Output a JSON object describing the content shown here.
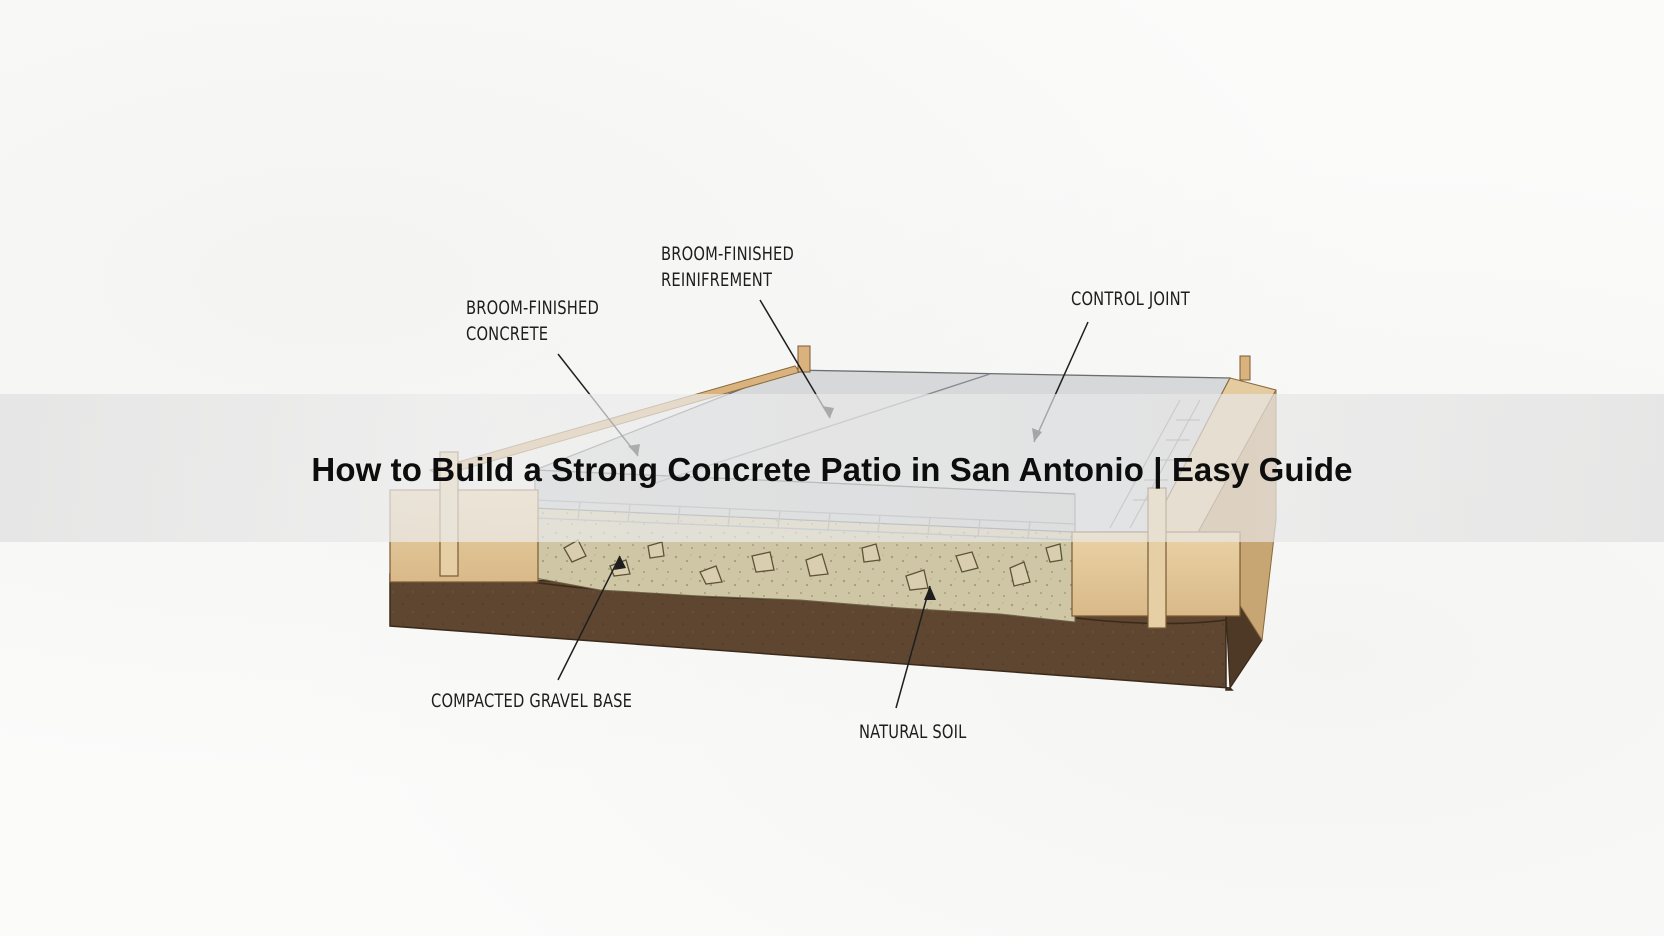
{
  "title": "How to Build a Strong Concrete Patio in San Antonio | Easy Guide",
  "diagram": {
    "labels": [
      {
        "id": "broom-finished-reinforcement",
        "lines": [
          "BROOM-FINISHED",
          "REINIFREMENT"
        ]
      },
      {
        "id": "broom-finished-concrete",
        "lines": [
          "BROOM-FINISHED",
          "CONCRETE"
        ]
      },
      {
        "id": "control-joint",
        "lines": [
          "CONTROL JOINT"
        ]
      },
      {
        "id": "compacted-gravel-base",
        "lines": [
          "COMPACTED GRAVEL BASE"
        ]
      },
      {
        "id": "natural-soil",
        "lines": [
          "NATURAL SOIL"
        ]
      }
    ],
    "layers": [
      "Broom-finished concrete slab",
      "Rebar grid reinforcement",
      "Compacted gravel base",
      "Natural soil"
    ],
    "colors": {
      "concrete": "#d4d6d8",
      "gravel": "#cfc6a6",
      "soil": "#5e4630",
      "wood": "#e2c79a",
      "banner": "#e6e6e6",
      "text": "#0d0d0d"
    }
  }
}
